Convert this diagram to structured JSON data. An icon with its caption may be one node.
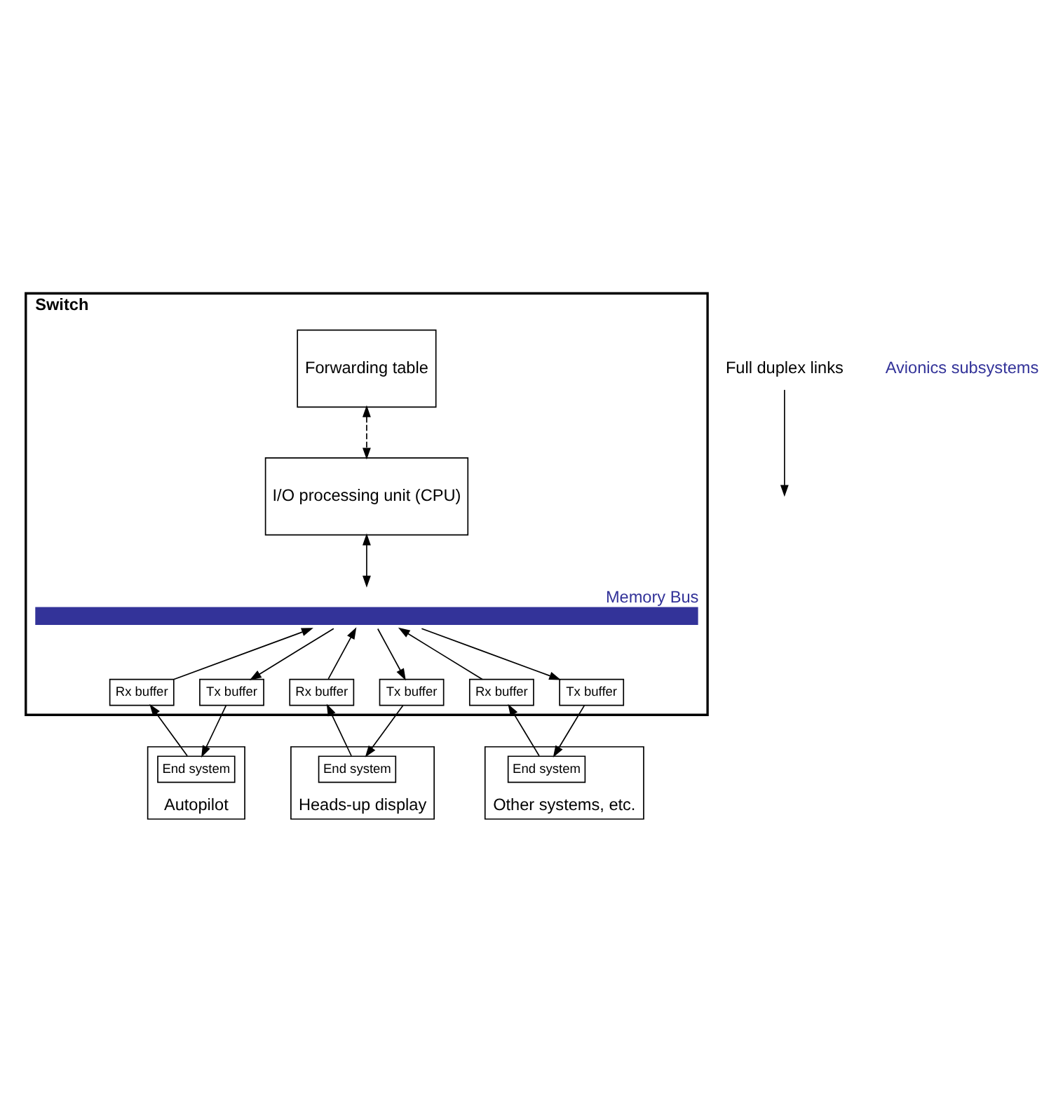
{
  "diagram": {
    "nodes": [
      {
        "text": [
          "Switch"
        ]
      },
      {
        "text": [
          "Forwarding table"
        ],
        "in": 0
      },
      {
        "text": [
          "I/O processing unit (CPU)"
        ],
        "in": 0
      },
      {
        "text": [],
        "shape": "bar",
        "beside": [
          "Memory Bus"
        ],
        "in": 0
      },
      {
        "text": [
          "Rx buffer"
        ],
        "in": 0
      },
      {
        "text": [
          "Tx buffer"
        ],
        "in": 0
      },
      {
        "text": [
          "Rx buffer"
        ],
        "in": 0
      },
      {
        "text": [
          "Tx buffer"
        ],
        "in": 0
      },
      {
        "text": [
          "Rx buffer"
        ],
        "in": 0
      },
      {
        "text": [
          "Tx buffer"
        ],
        "in": 0
      },
      {
        "text": [
          "Autopilot"
        ]
      },
      {
        "text": [
          "End system"
        ],
        "in": 10
      },
      {
        "text": [
          "Heads-up display"
        ]
      },
      {
        "text": [
          "End system"
        ],
        "in": 12
      },
      {
        "text": [
          "Other systems, etc."
        ]
      },
      {
        "text": [
          "End system"
        ],
        "in": 14
      },
      {
        "text": [
          "Full duplex links"
        ]
      }
    ],
    "edges": [
      {
        "from": 1,
        "to": 2,
        "arrow": "both",
        "style": "dashed"
      },
      {
        "from": 2,
        "to": 3,
        "arrow": "both"
      },
      {
        "from": 4,
        "to": 3,
        "arrow": "to"
      },
      {
        "from": 3,
        "to": 5,
        "arrow": "to"
      },
      {
        "from": 6,
        "to": 3,
        "arrow": "to"
      },
      {
        "from": 3,
        "to": 7,
        "arrow": "to"
      },
      {
        "from": 8,
        "to": 3,
        "arrow": "to"
      },
      {
        "from": 3,
        "to": 9,
        "arrow": "to"
      },
      {
        "from": 11,
        "to": 4,
        "arrow": "to"
      },
      {
        "from": 5,
        "to": 11,
        "arrow": "to"
      },
      {
        "from": 13,
        "to": 6,
        "arrow": "to"
      },
      {
        "from": 7,
        "to": 13,
        "arrow": "to"
      },
      {
        "from": 15,
        "to": 8,
        "arrow": "to"
      },
      {
        "from": 9,
        "to": 15,
        "arrow": "to"
      },
      {
        "from": 16,
        "to": null,
        "arrow": "to"
      }
    ],
    "labels": [
      "Avionics subsystems"
    ]
  }
}
